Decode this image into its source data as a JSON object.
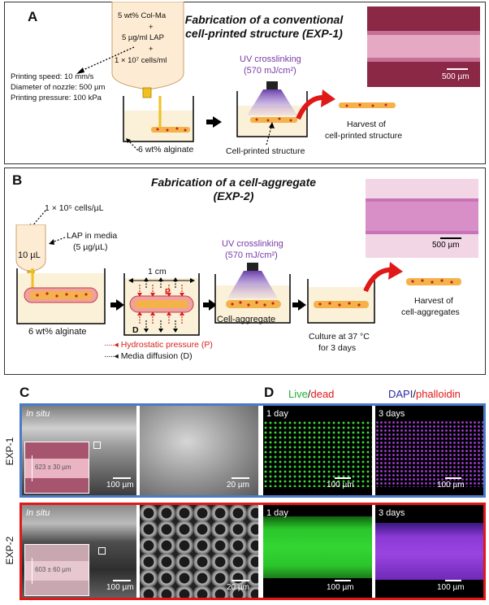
{
  "panelA": {
    "letter": "A",
    "title_line1": "Fabrication of a conventional",
    "title_line2": "cell-printed structure (EXP-1)",
    "bioink_line1": "5 wt% Col-Ma",
    "bioink_plus1": "+",
    "bioink_line2": "5 µg/ml LAP",
    "bioink_plus2": "+",
    "bioink_line3": "1 × 10⁷ cells/ml",
    "param1": "Printing speed: 10 mm/s",
    "param2": "Diameter of nozzle: 500 µm",
    "param3": "Printing pressure: 100 kPa",
    "alginate": "6 wt% alginate",
    "uv_line1": "UV crosslinking",
    "uv_line2": "(570 mJ/cm²)",
    "printed_structure": "Cell-printed structure",
    "harvest_line1": "Harvest of",
    "harvest_line2": "cell-printed structure",
    "scale": "500 µm"
  },
  "panelB": {
    "letter": "B",
    "title_line1": "Fabrication of a cell-aggregate",
    "title_line2": "(EXP-2)",
    "cells": "1 × 10⁵ cells/µL",
    "lap_line1": "LAP in media",
    "lap_line2": "(5 µg/µL)",
    "volume": "10 µL",
    "alginate": "6 wt% alginate",
    "length": "1 cm",
    "p_label": "P",
    "d_label": "D",
    "legend_p": "Hydrostatic pressure (P)",
    "legend_d": "Media diffusion (D)",
    "uv_line1": "UV crosslinking",
    "uv_line2": "(570 mJ/cm²)",
    "aggregate": "Cell-aggregate",
    "culture_line1": "Culture at 37 °C",
    "culture_line2": "for 3 days",
    "harvest_line1": "Harvest of",
    "harvest_line2": "cell-aggregates",
    "scale": "500 µm"
  },
  "panelC": {
    "letter": "C",
    "in_situ": "In situ",
    "exp1": "EXP-1",
    "exp2": "EXP-2",
    "exp1_width": "623 ± 30 µm",
    "exp2_width": "603 ± 60 µm",
    "scale_100": "100 µm",
    "scale_20": "20 µm"
  },
  "panelD": {
    "letter": "D",
    "live": "Live",
    "slash1": "/",
    "dead": "dead",
    "dapi": "DAPI",
    "slash2": "/",
    "phalloidin": "phalloidin",
    "day1": "1 day",
    "day3": "3 days",
    "scale_100": "100 µm"
  },
  "colors": {
    "exp1_frame": "#4a7bc6",
    "exp2_frame": "#e01818",
    "live_green": "#22c33a",
    "dead_red": "#e01818",
    "dapi_blue": "#3030a0",
    "uv_purple": "#7a3aa8"
  }
}
